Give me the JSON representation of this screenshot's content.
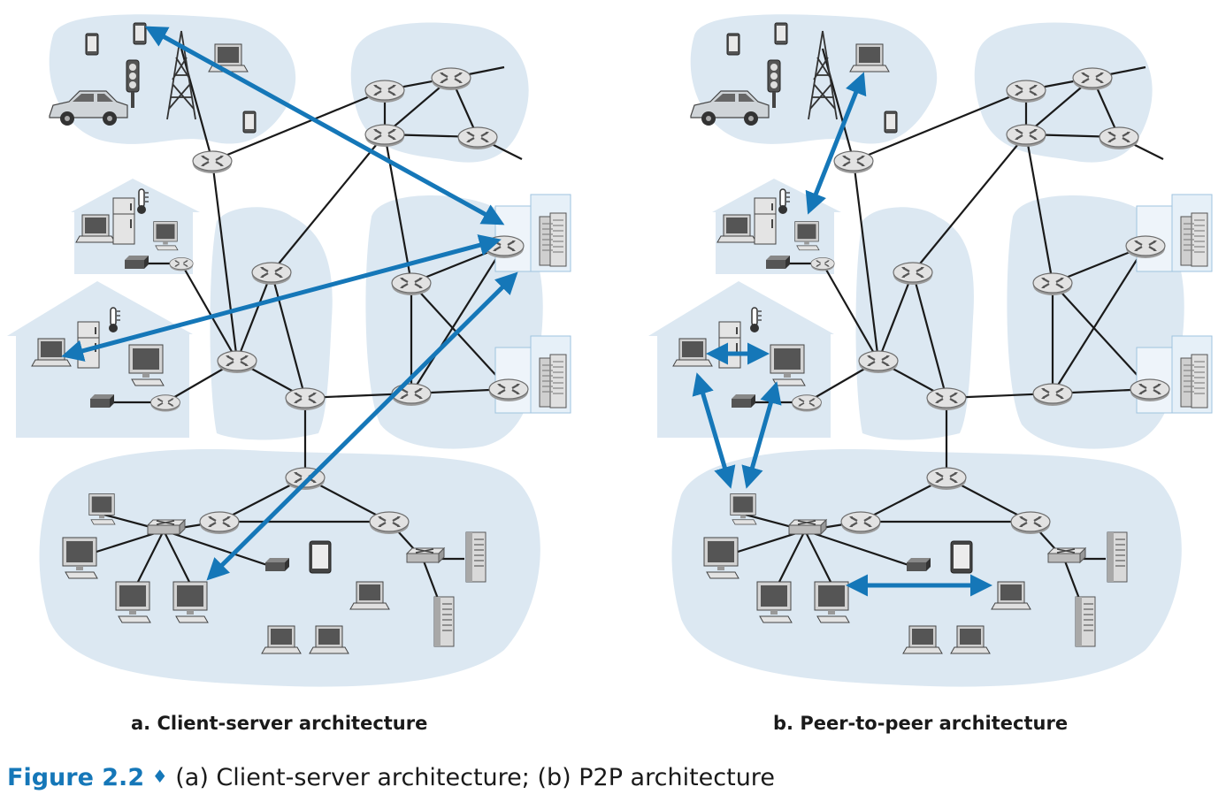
{
  "panels": [
    {
      "id": "a",
      "caption": "a. Client-server architecture"
    },
    {
      "id": "b",
      "caption": "b. Peer-to-peer architecture"
    }
  ],
  "figure": {
    "number": "Figure 2.2",
    "separator": "♦",
    "text": "(a) Client-server architecture; (b) P2P architecture"
  },
  "colors": {
    "accent": "#1577b8",
    "cloud": "#dce8f2",
    "house": "#dce8f2",
    "link": "#1a1a1a",
    "router_fill": "#d8d8d8",
    "device_dark": "#3a3a3a"
  },
  "icons": [
    "router-icon",
    "switch-icon",
    "server-icon",
    "laptop-icon",
    "desktop-icon",
    "phone-icon",
    "car-icon",
    "traffic-light-icon",
    "cell-tower-icon",
    "fridge-icon",
    "thermometer-icon",
    "modem-icon",
    "data-center-icon"
  ]
}
